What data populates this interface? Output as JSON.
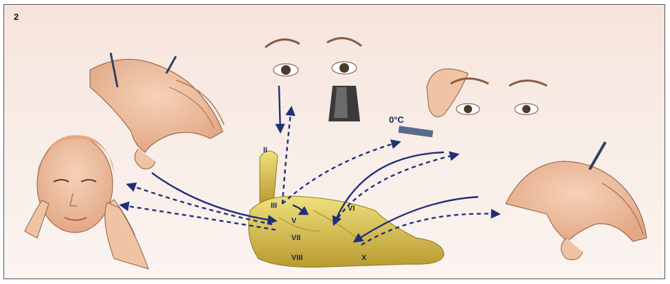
{
  "panel_number": "2",
  "temperature_label": "0°C",
  "nerve_labels": {
    "optic": "II",
    "oculomotor": "III",
    "trigeminal": "V",
    "abducens": "VI",
    "facial": "VII",
    "vestibulocochlear": "VIII",
    "vagus": "X"
  },
  "colors": {
    "pathway": "#1f2f7a",
    "brainstem": "#d9c25a",
    "skin": "#f0c3a4",
    "background": "#f6e4dc"
  }
}
